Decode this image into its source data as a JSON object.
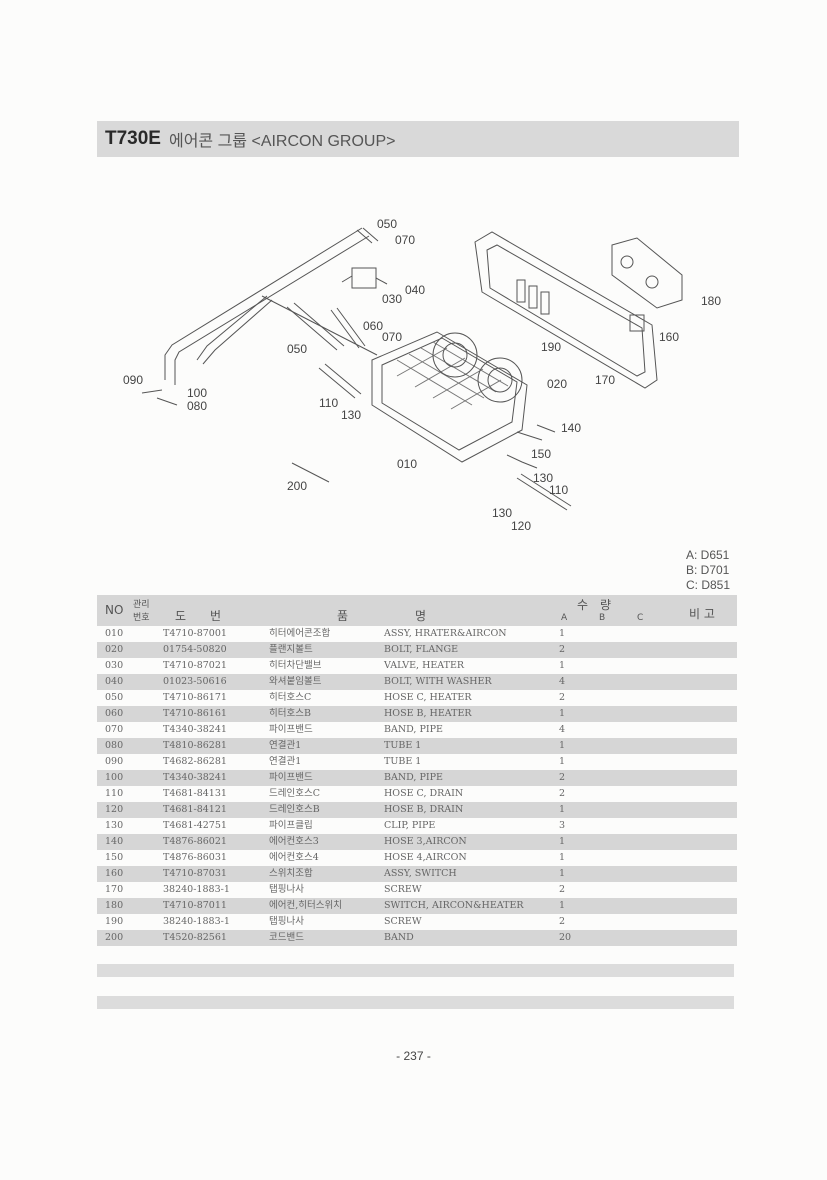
{
  "header": {
    "code": "T730E",
    "title": "에어콘 그룹 <AIRCON GROUP>"
  },
  "diagram": {
    "callouts": [
      "050",
      "070",
      "040",
      "030",
      "060",
      "070",
      "050",
      "090",
      "100",
      "080",
      "110",
      "130",
      "010",
      "200",
      "180",
      "160",
      "190",
      "170",
      "020",
      "140",
      "150",
      "130",
      "110",
      "130",
      "120"
    ]
  },
  "models": [
    "A: D651",
    "B: D701",
    "C: D851"
  ],
  "table": {
    "headers": {
      "no": "NO",
      "mgmt_top": "관리",
      "mgmt_bottom": "번호",
      "part_number": "도　　번",
      "name_left": "품",
      "name_right": "명",
      "qty": "수　량",
      "qty_a": "A",
      "qty_b": "B",
      "qty_c": "C",
      "remarks": "비 고"
    },
    "rows": [
      {
        "no": "010",
        "part": "T4710-87001",
        "kr": "히터에어콘조합",
        "en": "ASSY, HRATER&AIRCON",
        "qty": "1"
      },
      {
        "no": "020",
        "part": "01754-50820",
        "kr": "플랜지볼트",
        "en": "BOLT, FLANGE",
        "qty": "2"
      },
      {
        "no": "030",
        "part": "T4710-87021",
        "kr": "히터차단밸브",
        "en": "VALVE, HEATER",
        "qty": "1"
      },
      {
        "no": "040",
        "part": "01023-50616",
        "kr": "와셔붙임볼트",
        "en": "BOLT, WITH WASHER",
        "qty": "4"
      },
      {
        "no": "050",
        "part": "T4710-86171",
        "kr": "히터호스C",
        "en": "HOSE C, HEATER",
        "qty": "2"
      },
      {
        "no": "060",
        "part": "T4710-86161",
        "kr": "히터호스B",
        "en": "HOSE B, HEATER",
        "qty": "1"
      },
      {
        "no": "070",
        "part": "T4340-38241",
        "kr": "파이프밴드",
        "en": "BAND, PIPE",
        "qty": "4"
      },
      {
        "no": "080",
        "part": "T4810-86281",
        "kr": "연결관1",
        "en": "TUBE 1",
        "qty": "1"
      },
      {
        "no": "090",
        "part": "T4682-86281",
        "kr": "연결관1",
        "en": "TUBE 1",
        "qty": "1"
      },
      {
        "no": "100",
        "part": "T4340-38241",
        "kr": "파이프밴드",
        "en": "BAND, PIPE",
        "qty": "2"
      },
      {
        "no": "110",
        "part": "T4681-84131",
        "kr": "드레인호스C",
        "en": "HOSE C, DRAIN",
        "qty": "2"
      },
      {
        "no": "120",
        "part": "T4681-84121",
        "kr": "드레인호스B",
        "en": "HOSE B, DRAIN",
        "qty": "1"
      },
      {
        "no": "130",
        "part": "T4681-42751",
        "kr": "파이프클립",
        "en": "CLIP, PIPE",
        "qty": "3"
      },
      {
        "no": "140",
        "part": "T4876-86021",
        "kr": "에어컨호스3",
        "en": "HOSE 3,AIRCON",
        "qty": "1"
      },
      {
        "no": "150",
        "part": "T4876-86031",
        "kr": "에어컨호스4",
        "en": "HOSE 4,AIRCON",
        "qty": "1"
      },
      {
        "no": "160",
        "part": "T4710-87031",
        "kr": "스위치조합",
        "en": "ASSY, SWITCH",
        "qty": "1"
      },
      {
        "no": "170",
        "part": "38240-1883-1",
        "kr": "탭핑나사",
        "en": "SCREW",
        "qty": "2"
      },
      {
        "no": "180",
        "part": "T4710-87011",
        "kr": "에어컨,히터스위치",
        "en": "SWITCH, AIRCON&HEATER",
        "qty": "1"
      },
      {
        "no": "190",
        "part": "38240-1883-1",
        "kr": "탭핑나사",
        "en": "SCREW",
        "qty": "2"
      },
      {
        "no": "200",
        "part": "T4520-82561",
        "kr": "코드밴드",
        "en": "BAND",
        "qty": "20"
      }
    ]
  },
  "footer": {
    "page": "- 237 -"
  }
}
